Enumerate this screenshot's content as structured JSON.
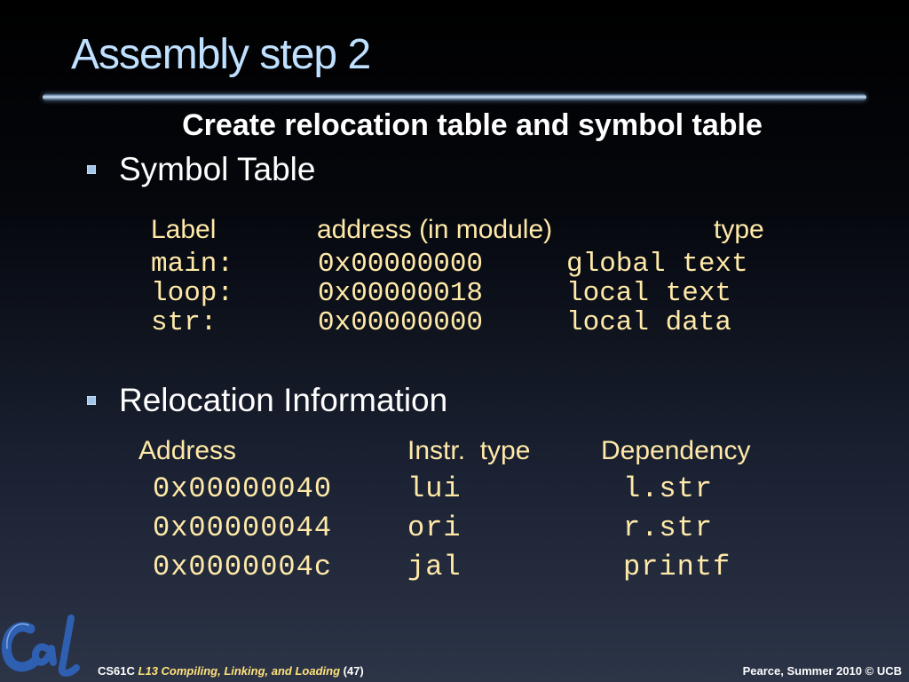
{
  "title": "Assembly step 2",
  "subtitle": "Create relocation table and symbol table",
  "symbol_section": {
    "bullet": "Symbol Table",
    "headers": {
      "label": "Label",
      "address": "address (in module)",
      "type": "type"
    },
    "rows": [
      {
        "label": "main:",
        "address": "0x00000000",
        "type": "global text"
      },
      {
        "label": "loop:",
        "address": "0x00000018",
        "type": "local text"
      },
      {
        "label": "str:",
        "address": "0x00000000",
        "type": "local data"
      }
    ]
  },
  "relocation_section": {
    "bullet": "Relocation Information",
    "headers": {
      "address": "Address",
      "instr": "Instr.  type",
      "dependency": "Dependency"
    },
    "rows": [
      {
        "address": "0x00000040",
        "instr": "lui",
        "dependency": "l.str"
      },
      {
        "address": "0x00000044",
        "instr": "ori",
        "dependency": "r.str"
      },
      {
        "address": "0x0000004c",
        "instr": "jal",
        "dependency": "printf"
      }
    ]
  },
  "footer": {
    "left_prefix": "CS61C ",
    "course": "L13 Compiling, Linking, and Loading",
    "page": " (47)",
    "right": "Pearce, Summer 2010 © UCB"
  },
  "colors": {
    "title": "#bfe0ff",
    "table_text": "#ffe9a8",
    "bullet": "#9fc4e8",
    "logo": "#2f5fb0"
  },
  "logo": {
    "icon": "cal-logo-icon"
  }
}
